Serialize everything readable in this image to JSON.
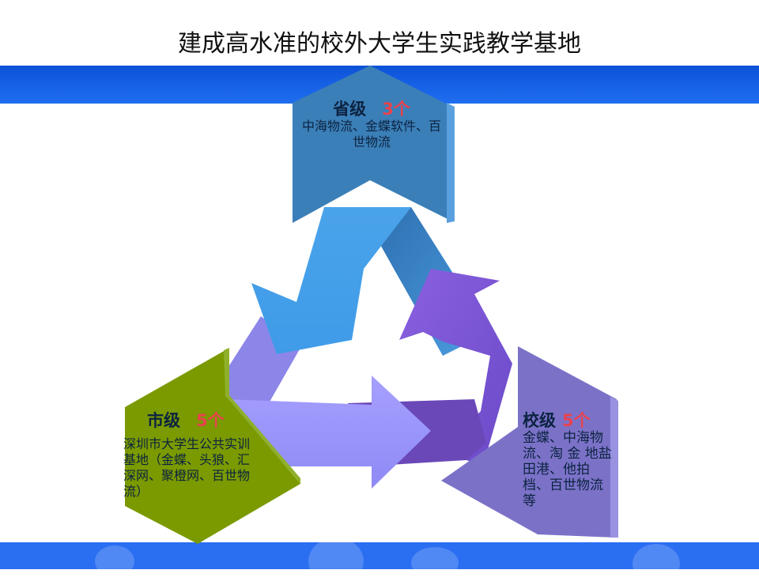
{
  "title": "建成高水准的校外大学生实践教学基地",
  "nodes": {
    "province": {
      "level": "省级",
      "count": "3个",
      "text": "中海物流、金蝶软件、百世物流"
    },
    "city": {
      "level": "市级",
      "count": "5个",
      "text": "深圳市大学生公共实训基地（金蝶、头狼、汇深网、聚橙网、百世物流）"
    },
    "school": {
      "level": "校级",
      "count": "5个",
      "text": "金蝶、中海物流、淘 金 地盐田港、他拍档、百世物流等"
    }
  },
  "colors": {
    "band": "#1a62e8",
    "province": "#3b7fb8",
    "city": "#7a9a00",
    "school": "#7b72c8"
  }
}
